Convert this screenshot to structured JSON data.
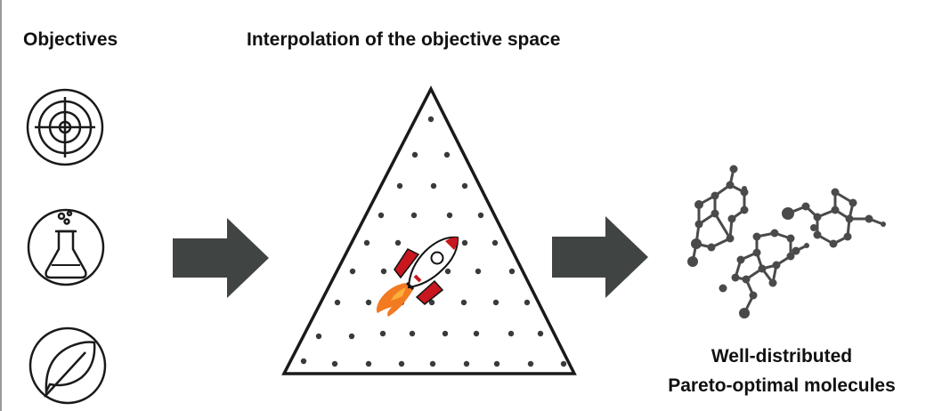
{
  "headings": {
    "objectives": "Objectives",
    "interpolation": "Interpolation of the objective space"
  },
  "result": {
    "line1": "Well-distributed",
    "line2": "Pareto-optimal molecules"
  },
  "objective_icons": [
    "target-icon",
    "flask-icon",
    "leaf-icon"
  ],
  "colors": {
    "arrow": "#404443",
    "outline": "#1a1a1a",
    "dot": "#3a3a3a",
    "rocket_red": "#c8171e",
    "flame_orange": "#f27a21",
    "molecule": "#4a4a4a"
  }
}
